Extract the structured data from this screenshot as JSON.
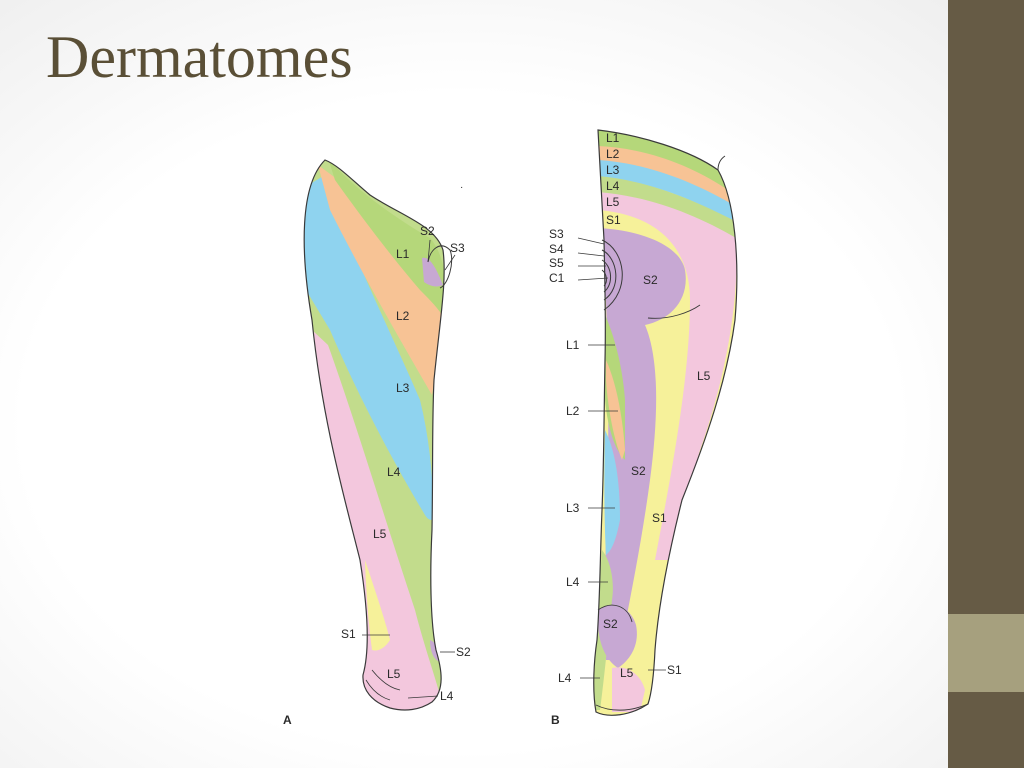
{
  "slide": {
    "title": "Dermatomes",
    "colors": {
      "sidebar": "#665b45",
      "sidebar_accent": "#a6a07e",
      "title": "#5a4f36",
      "L1": "#b5d77a",
      "L2": "#f7c395",
      "L3": "#8fd3ef",
      "L4": "#c2dc8c",
      "L5": "#f3c7dd",
      "S1": "#f6f19a",
      "S2": "#c7a8d3"
    }
  },
  "diagram": {
    "panel_a": {
      "panel_label": "A",
      "labels": {
        "s2_top": "S2",
        "s3": "S3",
        "l1": "L1",
        "l2": "L2",
        "l3": "L3",
        "l4": "L4",
        "l5": "L5",
        "s1": "S1",
        "s2_ankle": "S2",
        "l5_foot": "L5",
        "l4_foot": "L4"
      }
    },
    "panel_b": {
      "panel_label": "B",
      "top_bands": [
        "L1",
        "L2",
        "L3",
        "L4",
        "L5",
        "S1"
      ],
      "sacral": [
        "S3",
        "S4",
        "S5",
        "C1"
      ],
      "labels": {
        "s2_buttock": "S2",
        "l1": "L1",
        "l5": "L5",
        "l2": "L2",
        "s2_calf": "S2",
        "l3": "L3",
        "s1": "S1",
        "l4": "L4",
        "s2_heel": "S2",
        "l4_foot": "L4",
        "l5_foot": "L5",
        "s1_foot": "S1"
      }
    }
  }
}
